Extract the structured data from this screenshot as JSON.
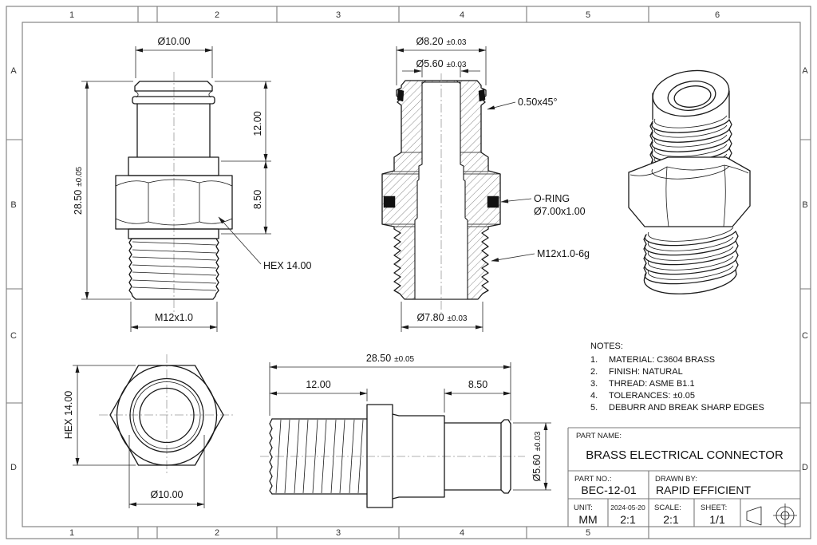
{
  "frame": {
    "cols": [
      "1",
      "2",
      "3",
      "4",
      "5",
      "6"
    ],
    "rows": [
      "A",
      "B",
      "C",
      "D"
    ]
  },
  "front": {
    "dia_top": "Ø10.00",
    "overall": "28.50",
    "overall_tol": "±0.05",
    "seg_top": "12.00",
    "seg_hex": "8.50",
    "hex_label": "HEX 14.00",
    "thread": "M12x1.0"
  },
  "section": {
    "dia_outer": "Ø8.20",
    "dia_outer_tol": "±0.03",
    "dia_bore": "Ø5.60",
    "dia_bore_tol": "±0.03",
    "chamfer": "0.50x45°",
    "oring_label": "O-RING",
    "oring_size": "Ø7.00x1.00",
    "thread": "M12x1.0-6g",
    "dia_bottom": "Ø7.80",
    "dia_bottom_tol": "±0.03"
  },
  "top": {
    "hex_label": "HEX 14.00",
    "dia": "Ø10.00"
  },
  "side": {
    "overall": "28.50",
    "overall_tol": "±0.05",
    "seg_thread": "12.00",
    "seg_barb": "8.50",
    "dia": "Ø5.60",
    "dia_tol": "±0.03"
  },
  "notes": {
    "title": "NOTES:",
    "items": [
      {
        "n": "1.",
        "t": "MATERIAL: C3604 BRASS"
      },
      {
        "n": "2.",
        "t": "FINISH: NATURAL"
      },
      {
        "n": "3.",
        "t": "THREAD: ASME B1.1"
      },
      {
        "n": "4.",
        "t": "TOLERANCES: ±0.05"
      },
      {
        "n": "5.",
        "t": "DEBURR AND BREAK SHARP EDGES"
      }
    ]
  },
  "title_block": {
    "part_name_label": "PART NAME:",
    "part_name": "BRASS ELECTRICAL CONNECTOR",
    "part_no_label": "PART NO.:",
    "part_no": "BEC-12-01",
    "drawn_by_label": "DRAWN BY:",
    "drawn_by": "RAPID EFFICIENT",
    "unit_label": "UNIT:",
    "unit": "MM",
    "date": "2024-05-20",
    "date_value": "2:1",
    "scale_label": "SCALE:",
    "scale": "2:1",
    "sheet_label": "SHEET:",
    "sheet": "1/1"
  }
}
